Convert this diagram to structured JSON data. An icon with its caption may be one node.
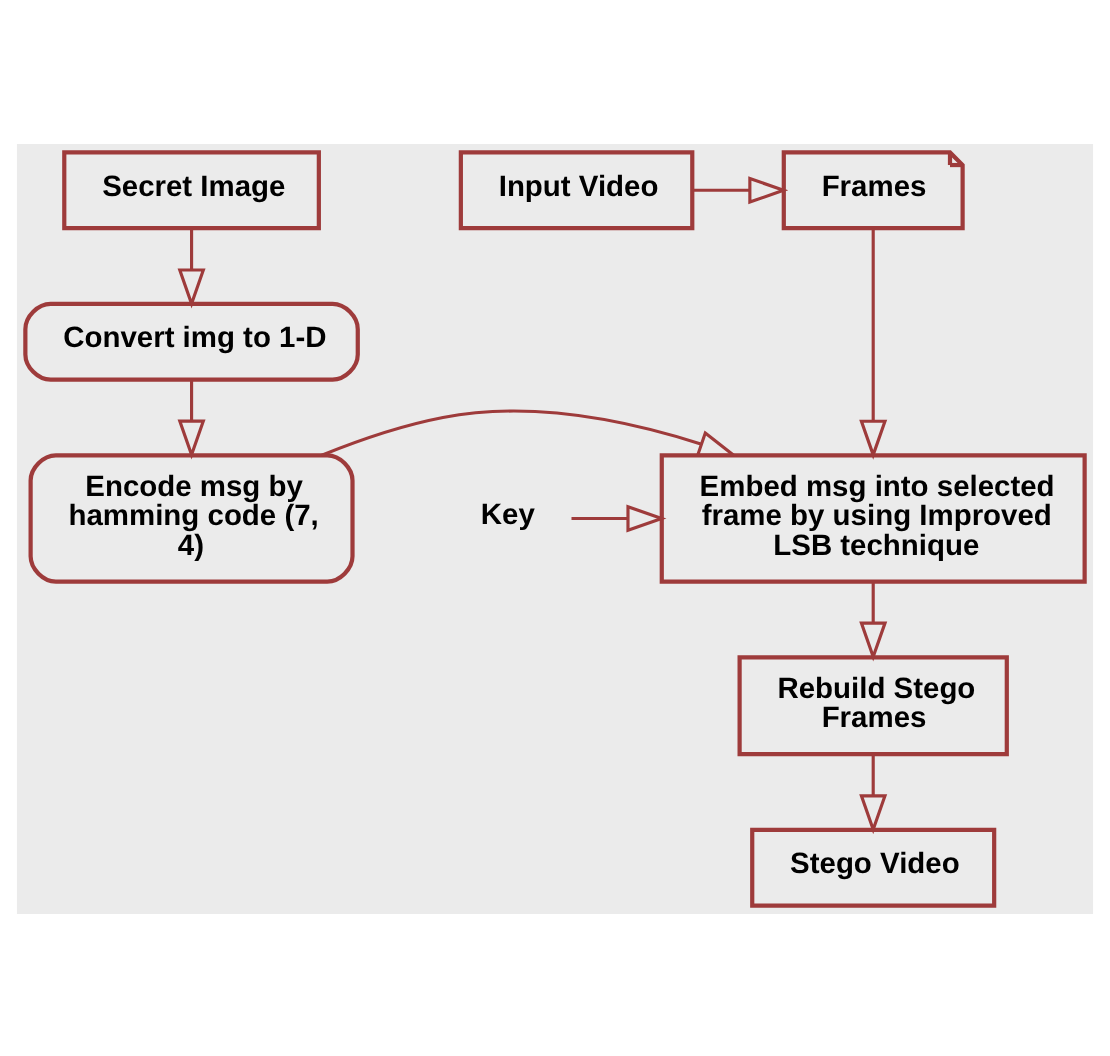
{
  "diagram": {
    "nodes": [
      {
        "text": [
          "Input Video"
        ]
      },
      {
        "text": [
          "Frames"
        ]
      },
      {
        "text": [
          "Secret Image"
        ]
      },
      {
        "text": [
          "Convert img to 1-D"
        ]
      },
      {
        "text": [
          "Encode msg by hamming code (7, 4)"
        ]
      },
      {
        "text": [
          "Key"
        ]
      },
      {
        "text": [
          "Embed msg into selected frame by using Improved LSB technique"
        ]
      },
      {
        "text": [
          "Rebuild Stego Frames"
        ]
      },
      {
        "text": [
          "Stego Video"
        ]
      }
    ],
    "edges": [
      {
        "from": 0,
        "to": 1,
        "arrow": "to"
      },
      {
        "from": 2,
        "to": 3,
        "arrow": "to"
      },
      {
        "from": 3,
        "to": 4,
        "arrow": "to"
      },
      {
        "from": 1,
        "to": 6,
        "arrow": "to"
      },
      {
        "from": 4,
        "to": 6,
        "arrow": "to"
      },
      {
        "from": 5,
        "to": 6,
        "arrow": "to"
      },
      {
        "from": 6,
        "to": 7,
        "arrow": "to"
      },
      {
        "from": 7,
        "to": 8,
        "arrow": "to"
      }
    ]
  }
}
